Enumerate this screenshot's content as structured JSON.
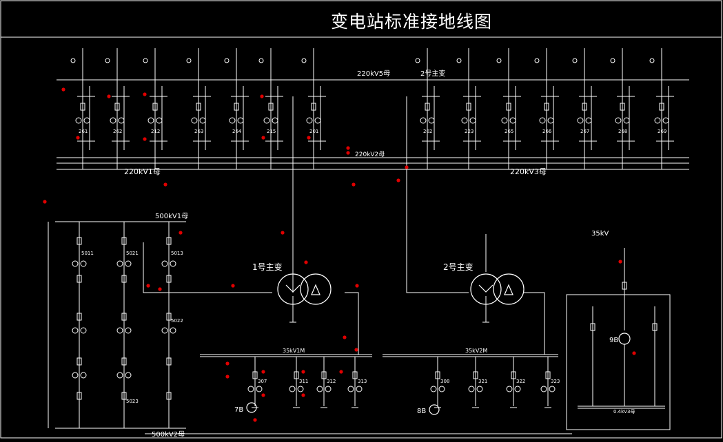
{
  "title": "变电站标准接地线图",
  "colors": {
    "background": "#000000",
    "line": "#ffffff",
    "marker": "#e00000"
  },
  "buses": {
    "kv220_5": "220kV5母",
    "kv220_2": "220kV2母",
    "kv220_1": "220kV1母",
    "kv220_3": "220kV3母",
    "kv500_1": "500kV1母",
    "kv500_2": "500kV2母",
    "kv35_1": "35kV1M",
    "kv35_2": "35kV2M",
    "kv35_station": "35kV",
    "kv04_3": "0.4kV3母"
  },
  "transformers": {
    "t1": "1号主变",
    "t2": "2号主变",
    "t7": "7B",
    "t8": "8B",
    "t9": "9B"
  },
  "labels": {
    "second_bus_line": "2号主变"
  },
  "bays_top_left": [
    "261",
    "262",
    "212",
    "263",
    "264",
    "215",
    "201"
  ],
  "bays_top_right": [
    "202",
    "223",
    "265",
    "266",
    "267",
    "268",
    "269"
  ],
  "bays_35_1": [
    "307",
    "311",
    "312",
    "313"
  ],
  "bays_35_2": [
    "308",
    "321",
    "322",
    "323"
  ],
  "bays_500": [
    "5011",
    "5021",
    "5013",
    "5022",
    "5023"
  ]
}
